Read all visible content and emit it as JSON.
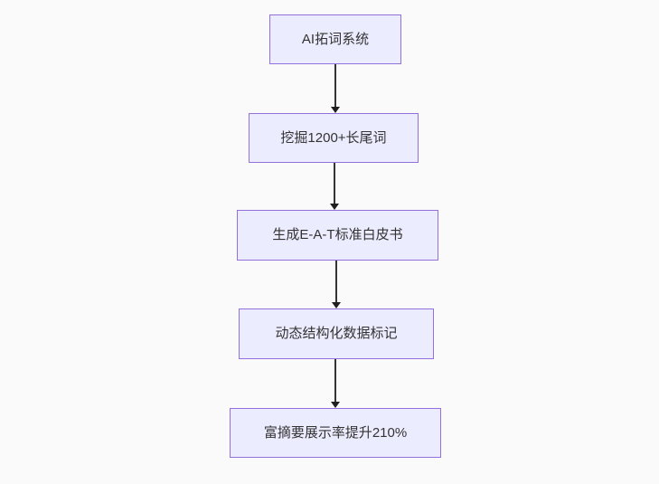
{
  "flowchart": {
    "type": "flowchart",
    "direction": "top-down",
    "nodes": [
      {
        "label": "AI拓词系统"
      },
      {
        "label": "挖掘1200+长尾词"
      },
      {
        "label": "生成E-A-T标准白皮书"
      },
      {
        "label": "动态结构化数据标记"
      },
      {
        "label": "富摘要展示率提升210%"
      }
    ],
    "edges": [
      {
        "from": 0,
        "to": 1
      },
      {
        "from": 1,
        "to": 2
      },
      {
        "from": 2,
        "to": 3
      },
      {
        "from": 3,
        "to": 4
      }
    ],
    "colors": {
      "background": "#fafafa",
      "node_fill": "#ececff",
      "node_border": "#9370db",
      "node_text": "#333333",
      "edge_line": "#333333",
      "arrowhead": "#1f1f1f"
    }
  }
}
